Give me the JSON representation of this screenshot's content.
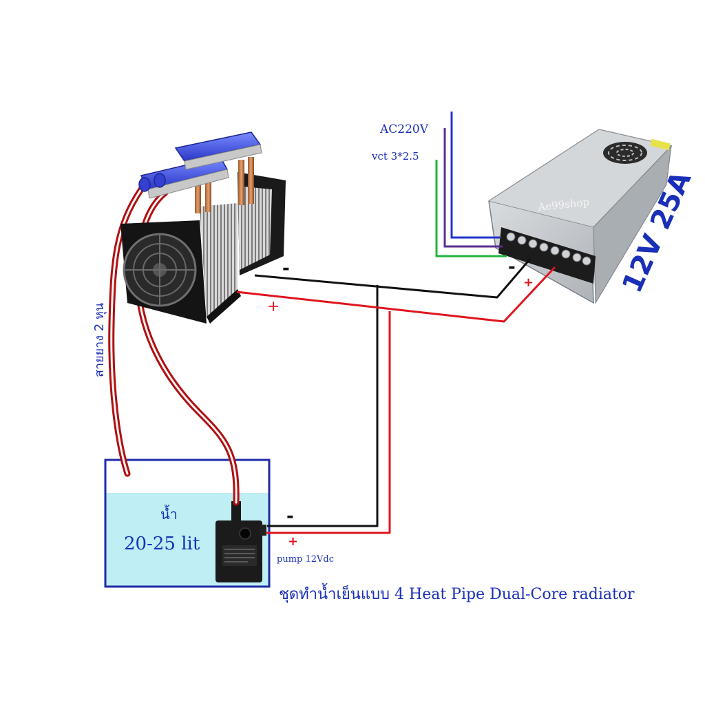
{
  "labels": {
    "ac_input": "AC220V",
    "ac_cable": "vct 3*2.5",
    "psu_rating": "12V 25A",
    "psu_watermark": "Ae99shop",
    "hose": "สายยาง 2 หุน",
    "water": "น้ำ",
    "water_volume": "20-25 lit",
    "pump": "pump 12Vdc",
    "caption": "ชุดทำน้ำเย็นแบบ  4 Heat Pipe Dual-Core radiator",
    "minus": "-",
    "plus": "+"
  },
  "colors": {
    "label_blue": "#1a2fb8",
    "wire_red": "#e0141e",
    "wire_black": "#111111",
    "wire_green": "#22b43a",
    "wire_purple": "#5b2d91",
    "wire_blue": "#2233cc",
    "water": "#bfeef4",
    "tank_border": "#1e2aa8"
  }
}
